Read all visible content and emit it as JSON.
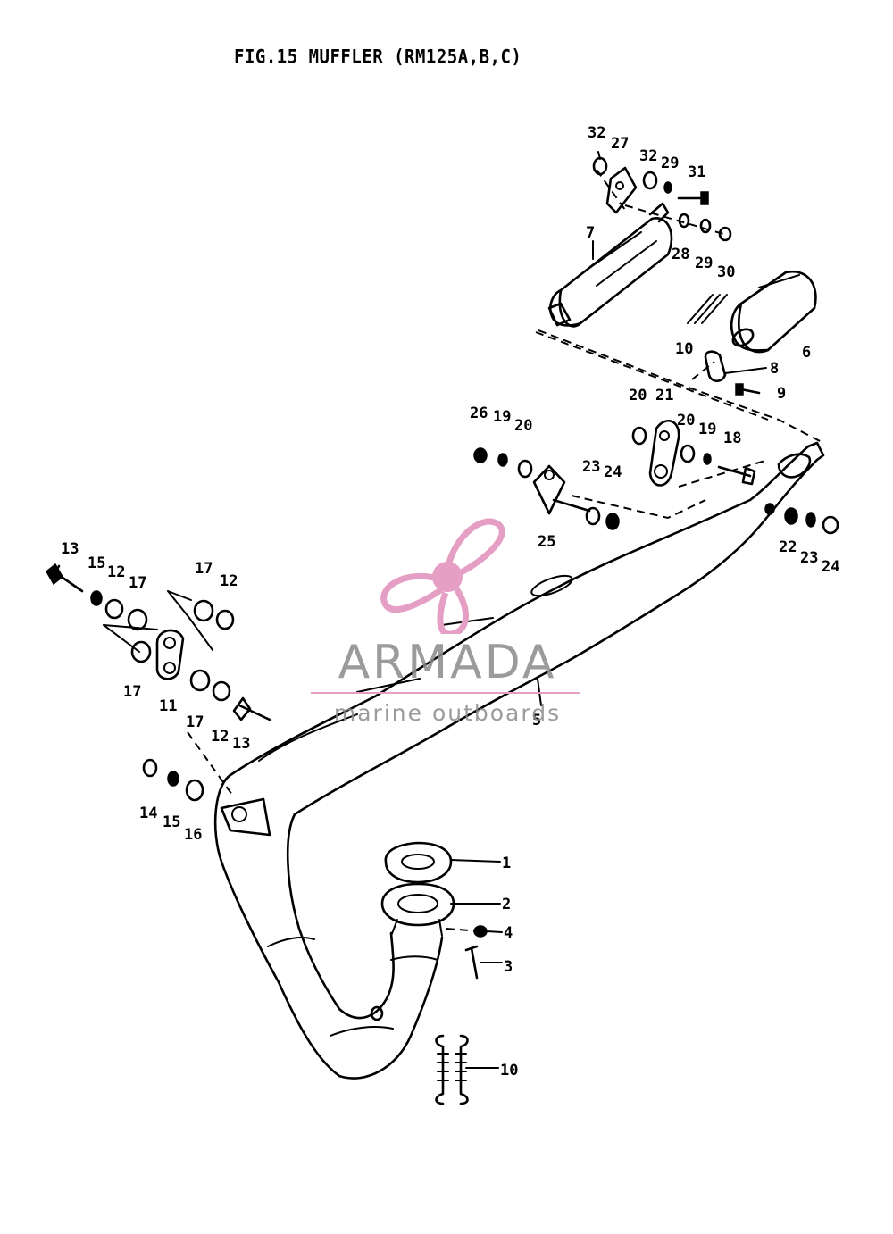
{
  "title": "FIG.15  MUFFLER (RM125A,B,C)",
  "callouts": [
    {
      "id": "c-32a",
      "label": "32"
    },
    {
      "id": "c-27",
      "label": "27"
    },
    {
      "id": "c-32b",
      "label": "32"
    },
    {
      "id": "c-29a",
      "label": "29"
    },
    {
      "id": "c-31",
      "label": "31"
    },
    {
      "id": "c-7",
      "label": "7"
    },
    {
      "id": "c-28",
      "label": "28"
    },
    {
      "id": "c-29b",
      "label": "29"
    },
    {
      "id": "c-30",
      "label": "30"
    },
    {
      "id": "c-10a",
      "label": "10"
    },
    {
      "id": "c-6",
      "label": "6"
    },
    {
      "id": "c-8",
      "label": "8"
    },
    {
      "id": "c-9",
      "label": "9"
    },
    {
      "id": "c-20a",
      "label": "20"
    },
    {
      "id": "c-21",
      "label": "21"
    },
    {
      "id": "c-20b",
      "label": "20"
    },
    {
      "id": "c-19a",
      "label": "19"
    },
    {
      "id": "c-18",
      "label": "18"
    },
    {
      "id": "c-26",
      "label": "26"
    },
    {
      "id": "c-19b",
      "label": "19"
    },
    {
      "id": "c-20c",
      "label": "20"
    },
    {
      "id": "c-23a",
      "label": "23"
    },
    {
      "id": "c-24a",
      "label": "24"
    },
    {
      "id": "c-25",
      "label": "25"
    },
    {
      "id": "c-22",
      "label": "22"
    },
    {
      "id": "c-23b",
      "label": "23"
    },
    {
      "id": "c-24b",
      "label": "24"
    },
    {
      "id": "c-13a",
      "label": "13"
    },
    {
      "id": "c-15a",
      "label": "15"
    },
    {
      "id": "c-12a",
      "label": "12"
    },
    {
      "id": "c-17a",
      "label": "17"
    },
    {
      "id": "c-17b",
      "label": "17"
    },
    {
      "id": "c-12b",
      "label": "12"
    },
    {
      "id": "c-17c",
      "label": "17"
    },
    {
      "id": "c-11",
      "label": "11"
    },
    {
      "id": "c-17d",
      "label": "17"
    },
    {
      "id": "c-12c",
      "label": "12"
    },
    {
      "id": "c-13b",
      "label": "13"
    },
    {
      "id": "c-5",
      "label": "5"
    },
    {
      "id": "c-14",
      "label": "14"
    },
    {
      "id": "c-15b",
      "label": "15"
    },
    {
      "id": "c-16",
      "label": "16"
    },
    {
      "id": "c-1",
      "label": "1"
    },
    {
      "id": "c-2",
      "label": "2"
    },
    {
      "id": "c-4",
      "label": "4"
    },
    {
      "id": "c-3",
      "label": "3"
    },
    {
      "id": "c-10b",
      "label": "10"
    }
  ],
  "watermark": {
    "brand": "ARMADA",
    "tagline": "marine outboards",
    "brand_color": "#8a8a8a",
    "accent_color": "#e59ec4",
    "icon": "propeller-logo-icon"
  }
}
